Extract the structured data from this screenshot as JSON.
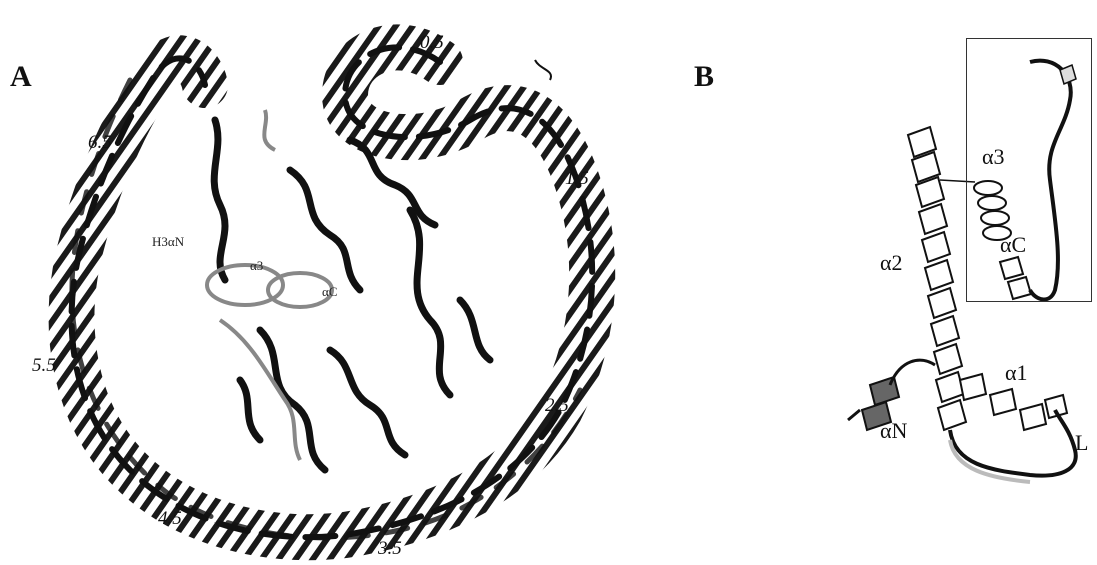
{
  "figure": {
    "panel_a": {
      "letter": "A",
      "position_labels": [
        "0.5",
        "1.5",
        "2.5",
        "3.5",
        "4.5",
        "5.5",
        "6.5"
      ],
      "structure_labels": {
        "h3_alpha_n": "H3αN",
        "alpha3": "α3",
        "alpha_c": "αC"
      }
    },
    "panel_b": {
      "letter": "B",
      "labels": {
        "alpha3": "α3",
        "alpha_c": "αC",
        "alpha2": "α2",
        "alpha1": "α1",
        "alpha_n": "αN",
        "loop": "L"
      }
    }
  }
}
